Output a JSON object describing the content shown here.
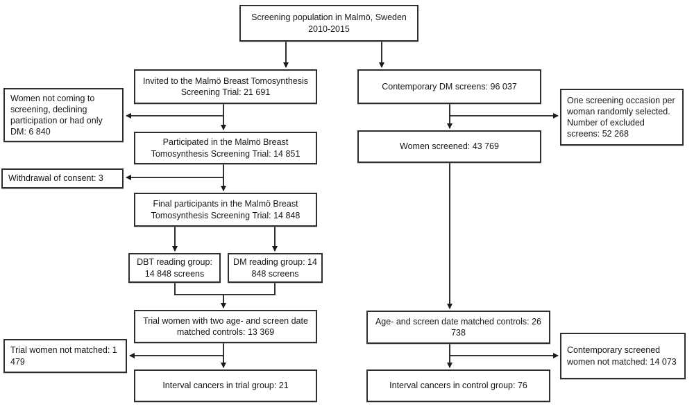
{
  "diagram": {
    "type": "flowchart",
    "nodes": {
      "population": "Screening population in Malmö, Sweden 2010-2015",
      "invited": "Invited to the Malmö Breast Tomosynthesis Screening Trial: 21 691",
      "not_coming": "Women not coming to screening, declining participation or had only DM: 6 840",
      "participated": "Participated in the Malmö Breast Tomosynthesis Screening Trial: 14 851",
      "withdrawal": "Withdrawal of consent: 3",
      "final_participants": "Final participants in the Malmö Breast Tomosynthesis Screening Trial: 14 848",
      "dbt_group": "DBT reading group: 14 848 screens",
      "dm_group": "DM reading group: 14 848 screens",
      "trial_matched": "Trial women with two age- and screen date matched controls: 13 369",
      "trial_not_matched": "Trial women not matched: 1 479",
      "interval_trial": "Interval cancers in trial group: 21",
      "contemporary_dm": "Contemporary DM screens: 96 037",
      "one_screening": "One screening occasion per woman randomly selected. Number of excluded screens: 52 268",
      "women_screened": "Women screened: 43 769",
      "age_matched": "Age- and screen date matched controls: 26 738",
      "contemp_not_matched": "Contemporary screened women not matched: 14 073",
      "interval_control": "Interval cancers in control group: 76"
    },
    "colors": {
      "box_border": "#2e2e2e",
      "box_background": "#ffffff",
      "arrow": "#1a1a1a",
      "page_background": "#ffffff"
    }
  }
}
